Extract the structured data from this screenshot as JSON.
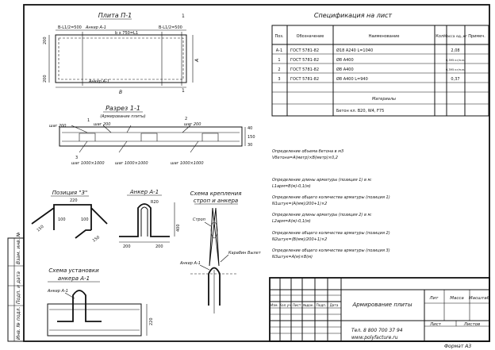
{
  "sheet": {
    "format_label": "Формат  А3",
    "side_labels": [
      "Инв. № подл.",
      "Подп. и дата",
      "Взам. инв. №"
    ]
  },
  "slab": {
    "title": "Плита П-1",
    "labels": {
      "left_half": "В-L1/2=500",
      "anchor_top": "Анкер А-1",
      "mid": "b x 750=L1",
      "mark_1": "1",
      "right_half": "В-L1/2=500",
      "anchor_bottom": "Анкер А-1",
      "mark_1b": "1",
      "dim_left_top": "200",
      "dim_left_bottom": "200",
      "dim_width": "В",
      "dim_height": "А"
    }
  },
  "section": {
    "title": "Разрез 1-1",
    "subtitle": "(Армирование плиты)",
    "labels": {
      "step_200_left": "шаг 200",
      "mark_1": "1",
      "step_200_mid": "шаг 200",
      "step_200_right": "шаг 200",
      "mark_2": "2",
      "mark_3": "3",
      "step_1000_a": "шаг 1000×1000",
      "step_1000_b": "шаг 1000×1000",
      "step_1000_c": "шаг 1000×1000",
      "dim_40": "40",
      "dim_150": "150",
      "dim_30": "30"
    }
  },
  "position3": {
    "title": "Позиция \"3\"",
    "labels": {
      "top": "220",
      "left": "100",
      "right": "100",
      "side_left": "150",
      "side_right": "150"
    }
  },
  "anchor": {
    "title": "Анкер А-1",
    "labels": {
      "r": "R20",
      "left": "200",
      "right": "200",
      "height": "400"
    }
  },
  "sling": {
    "title_line1": "Схема крепления",
    "title_line2": "строп и анкера",
    "strop": "Строп",
    "carabiner": "Карабин Вылет"
  },
  "install": {
    "title_line1": "Схема установки",
    "title_line2": "анкера А-1",
    "anchor_label": "Анкер А-1",
    "dim": "220"
  },
  "spec": {
    "title": "Спецификация на лист",
    "headers": [
      "Поз.",
      "Обозначение",
      "Наименование",
      "Кол.",
      "Масса ед.,кг",
      "Примеч."
    ],
    "rows": [
      [
        "А-1",
        "ГОСТ 5781-82",
        "Ø18 А240  L=1040",
        "",
        "2,08",
        ""
      ],
      [
        "1",
        "ГОСТ 5781-82",
        "Ø8 А400",
        "",
        "0,395 кг/п.м.",
        ""
      ],
      [
        "2",
        "ГОСТ 5781-82",
        "Ø8 А400",
        "",
        "0,395 кг/п.м.",
        ""
      ],
      [
        "3",
        "ГОСТ 5781-82",
        "Ø8 А400     L=940",
        "",
        "0,37",
        ""
      ]
    ],
    "materials_label": "Материалы",
    "concrete": "Бетон кл. В20, W4, F75"
  },
  "notes": [
    "Определение объема бетона в м3",
    "Vбетона=А(метр)×В(метр)×0,2",
    "Определение длины арматуры (позиция 1) в м:",
    "L1арм=В(м)-0,1(м)",
    "Определение общего количества арматуры (позиция 1)",
    "N1штук=(А(мм)/200+1)×2",
    "Определение длины арматуры (позиция 2) в м:",
    "L2арм=А(м)-0,1(м)",
    "Определение общего количества арматуры (позиция 2)",
    "N2штук=(В(мм)/200+1)×2",
    "Определение общего количества арматуры (позиция 3)",
    "N3штук=А(м)×В(м)"
  ],
  "title_block": {
    "change_headers": [
      "Изм.",
      "Кол.уч.",
      "Лист",
      "№док.",
      "Подп.",
      "Дата"
    ],
    "name": "Армирование плиты",
    "stage_headers": [
      "Лит",
      "Масса",
      "Масштаб"
    ],
    "sheet_label": "Лист",
    "sheets_label": "Листов",
    "phone": "Тел. 8 800 700 37 94",
    "website": "www.polyfacture.ru"
  }
}
